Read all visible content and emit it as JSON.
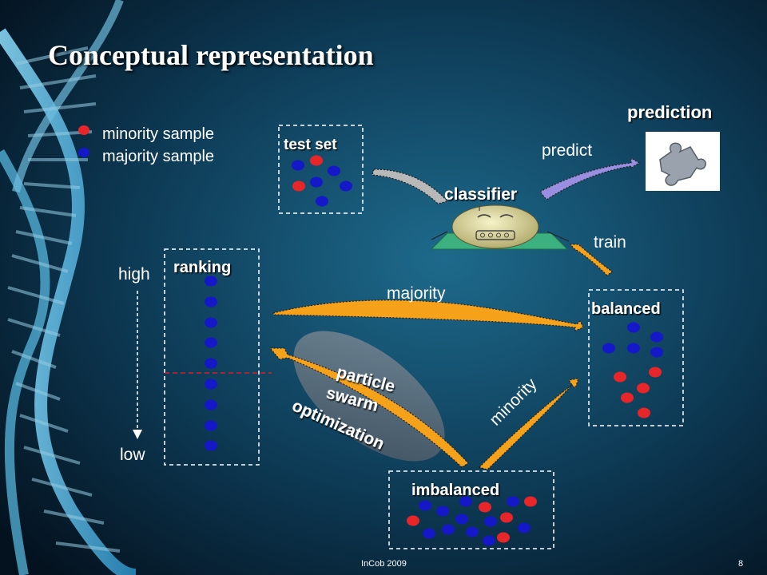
{
  "slide": {
    "title": "Conceptual representation",
    "footer_conference": "InCob 2009",
    "page_number": "8"
  },
  "legend": {
    "minority_label": "minority sample",
    "majority_label": "majority sample"
  },
  "diagram": {
    "test_set_label": "test set",
    "classifier_label": "classifier",
    "prediction_label": "prediction",
    "predict_label": "predict",
    "train_label": "train",
    "ranking_label": "ranking",
    "high_label": "high",
    "low_label": "low",
    "majority_label": "majority",
    "balanced_label": "balanced",
    "pso_line1": "particle",
    "pso_line2": "swarm",
    "pso_line3": "optimization",
    "minority_label": "minority",
    "imbalanced_label": "imbalanced"
  },
  "colors": {
    "minority": "#e8262a",
    "majority": "#1418c8",
    "arrow_orange": "#f5a11a",
    "arrow_gray": "#b8b8b8",
    "arrow_purple": "#9a8ee0",
    "background": "#0d3a55"
  },
  "icons": {
    "prediction_image": "puzzle-piece-icon",
    "classifier_image": "robot-face-icon"
  }
}
